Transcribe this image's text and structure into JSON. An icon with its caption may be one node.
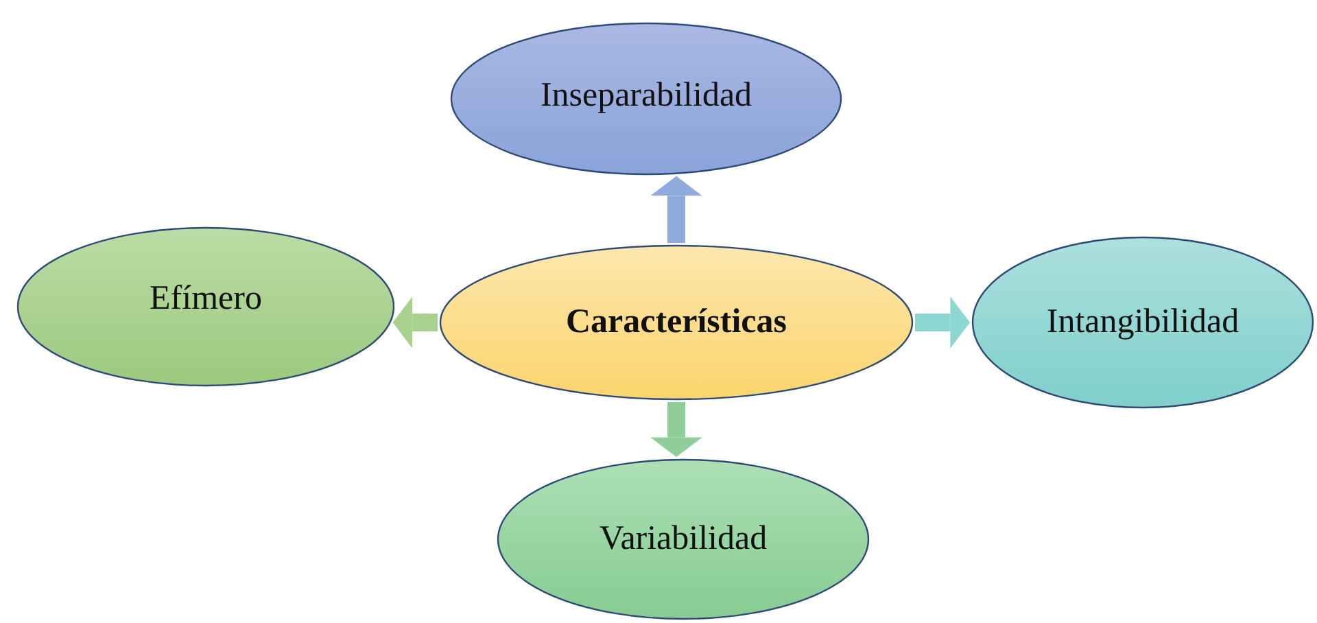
{
  "diagram": {
    "nodes": [
      {
        "text": [
          "Inseparabilidad"
        ]
      },
      {
        "text": [
          "Efímero"
        ]
      },
      {
        "text": [
          "Características"
        ]
      },
      {
        "text": [
          "Intangibilidad"
        ]
      },
      {
        "text": [
          "Variabilidad"
        ]
      }
    ],
    "edges": [
      {
        "from": 2,
        "to": 0,
        "arrow": "to",
        "color": "#8faadc"
      },
      {
        "from": 2,
        "to": 1,
        "arrow": "to",
        "color": "#a9d18e"
      },
      {
        "from": 2,
        "to": 3,
        "arrow": "to",
        "color": "#8ed6d2"
      },
      {
        "from": 2,
        "to": 4,
        "arrow": "to",
        "color": "#8fce9a"
      }
    ]
  }
}
